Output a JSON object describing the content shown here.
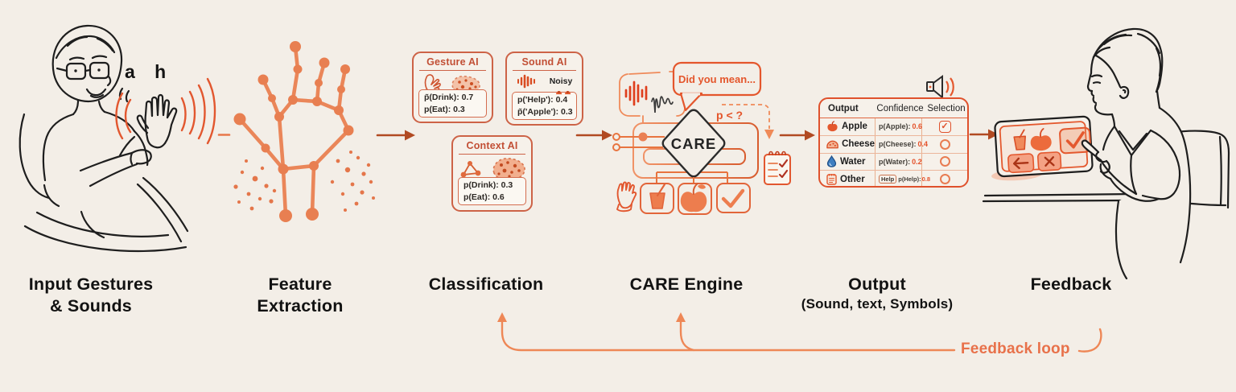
{
  "palette": {
    "background": "#f3eee7",
    "ink": "#1e1e1e",
    "accent_orange": "#e4582e",
    "salmon": "#ec8a60",
    "dark_arrow": "#b14a22",
    "water_blue": "#3f7fc1"
  },
  "stages": {
    "input": {
      "label_line1": "Input Gestures",
      "label_line2": "& Sounds",
      "speech_text": "a h"
    },
    "feature": {
      "label_line1": "Feature",
      "label_line2": "Extraction"
    },
    "classification": {
      "label": "Classification",
      "boxes": [
        {
          "title": "Gesture AI",
          "icons": [
            "gesture-hand-icon",
            "cluster-blob-icon"
          ],
          "line1": "p̃(Drink): 0.7",
          "line2": "p(Eat): 0.3"
        },
        {
          "title": "Sound AI",
          "icons": [
            "waveform-icon"
          ],
          "noise_label": "Noisy",
          "line1": "p('Help'): 0.4",
          "line2": "p̃('Apple'): 0.3"
        },
        {
          "title": "Context AI",
          "icons": [
            "graph-triangle-icon",
            "cluster-blob-icon"
          ],
          "line1": "p(Drink): 0.3",
          "line2": "p(Eat): 0.6"
        }
      ]
    },
    "care": {
      "label": "CARE Engine",
      "diamond_text": "CARE",
      "bubble_text": "Did you mean...",
      "threshold_text": "p < ?",
      "bubble_icons": [
        "voice-waveform-icon",
        "scribble-waveform-icon"
      ],
      "side_icons": [
        "gesture-hand-icon",
        "notepad-icon"
      ],
      "option_icons": [
        "drink-icon",
        "apple-icon",
        "check-icon"
      ]
    },
    "output": {
      "label_line1": "Output",
      "label_line2": "(Sound, text, Symbols)",
      "speaker_icon": "speaker-icon",
      "table": {
        "headers": [
          "Output",
          "Confidence",
          "Selection"
        ],
        "rows": [
          {
            "icon": "apple-icon",
            "name": "Apple",
            "confidence_label": "p(Apple):",
            "confidence_value": "0.6",
            "selected": true
          },
          {
            "icon": "cheese-icon",
            "name": "Cheese",
            "confidence_label": "p(Cheese):",
            "confidence_value": "0.4",
            "selected": false
          },
          {
            "icon": "water-icon",
            "name": "Water",
            "confidence_label": "p(Water):",
            "confidence_value": "0.2",
            "selected": false
          },
          {
            "icon": "note-icon",
            "name": "Other",
            "confidence_badge": "Help",
            "confidence_label": "p(Help):",
            "confidence_value": "0.8",
            "selected": false
          }
        ]
      }
    },
    "feedback": {
      "label": "Feedback",
      "tablet_icons": [
        "drink-icon",
        "apple-icon",
        "check-button",
        "back-button",
        "x-button"
      ]
    },
    "loop": {
      "label": "Feedback loop"
    }
  }
}
